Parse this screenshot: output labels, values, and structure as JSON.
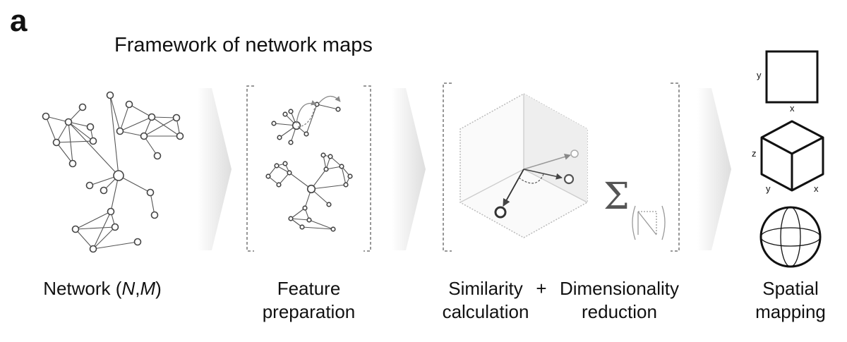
{
  "panel_letter": "a",
  "title": "Framework of network maps",
  "steps": {
    "network": {
      "text": "Network (",
      "n": "N",
      "comma": ",",
      "m": "M",
      "close": ")"
    },
    "feature": {
      "line1": "Feature",
      "line2": "preparation"
    },
    "similarity": {
      "line1": "Similarity",
      "line2": "calculation"
    },
    "plus": "+",
    "dimensionality": {
      "line1": "Dimensionality",
      "line2": "reduction"
    },
    "spatial": {
      "line1": "Spatial",
      "line2": "mapping"
    }
  },
  "axes": {
    "square_y": "y",
    "square_x": "x",
    "cube_z": "z",
    "cube_y": "y",
    "cube_x": "x"
  },
  "sigma": "Σ",
  "colors": {
    "stroke": "#4a4a4a",
    "arrow_fill": "#ececec",
    "bracket": "#777777",
    "shade": "#f0f0f0"
  }
}
